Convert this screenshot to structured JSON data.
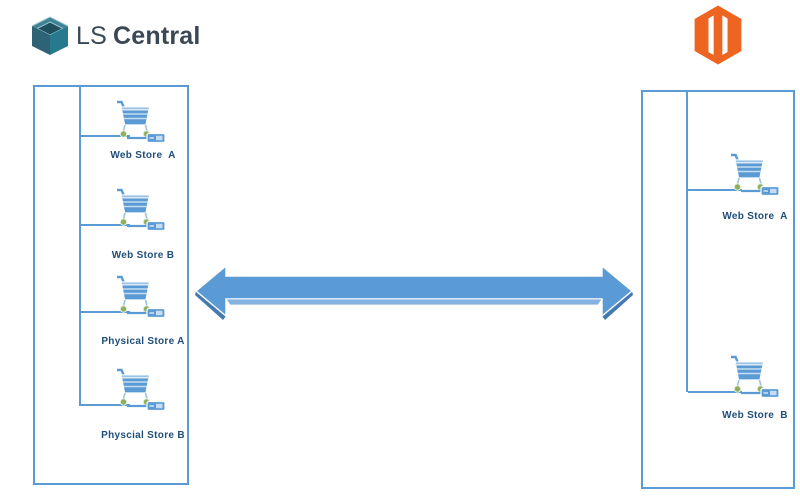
{
  "brand_left": {
    "name_regular": "LS",
    "name_bold": "Central"
  },
  "left_panel": {
    "stores": [
      {
        "label": "Web Store  A"
      },
      {
        "label": "Web Store B"
      },
      {
        "label": "Physical Store A"
      },
      {
        "label": "Physcial Store B"
      }
    ]
  },
  "right_panel": {
    "stores": [
      {
        "label": "Web Store  A"
      },
      {
        "label": "Web Store  B"
      }
    ]
  },
  "icons": {
    "brand_left_icon": "ls-central-open-box-cube",
    "brand_right_icon": "magento-m-hexagon",
    "store_icon": "shopping-cart-with-scanner",
    "connector_icon": "double-headed-arrow"
  },
  "colors": {
    "diagram_line": "#5B9BD5",
    "arrow_fill": "#5B9BD5",
    "arrow_shade": "#4479B2",
    "label_text": "#1F4E79",
    "brand_text": "#3A4754",
    "magento_orange": "#EE6522",
    "cube_left_face": "#2E6375",
    "cube_right_face": "#277A8E",
    "cube_top_face": "#3C8396",
    "wheel_green": "#8FAE62"
  }
}
